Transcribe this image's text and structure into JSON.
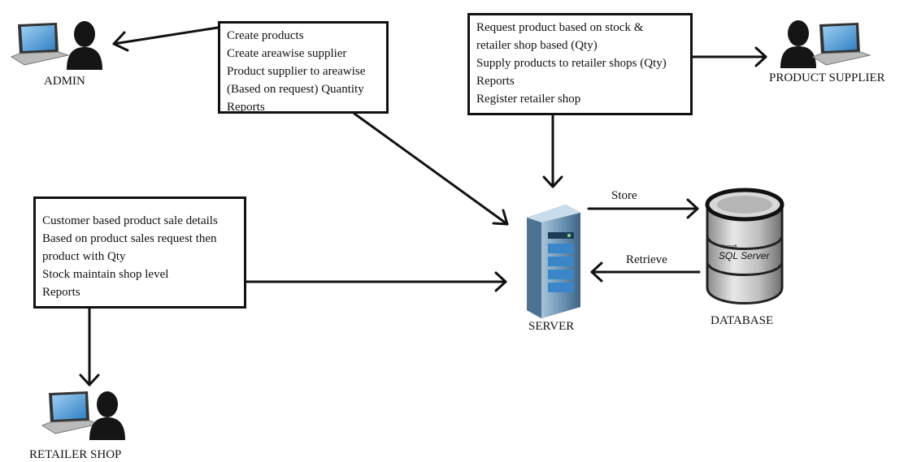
{
  "nodes": {
    "admin": "ADMIN",
    "product_supplier": "PRODUCT SUPPLIER",
    "retailer_shop": "RETAILER SHOP",
    "server": "SERVER",
    "database": "DATABASE"
  },
  "database_logo": {
    "brand_small": "Microsoft",
    "brand": "SQL Server"
  },
  "edges": {
    "store": "Store",
    "retrieve": "Retrieve"
  },
  "boxes": {
    "admin_tasks": [
      "Create products",
      "Create areawise supplier",
      "Product supplier to areawise",
      "(Based on request) Quantity",
      "Reports"
    ],
    "supplier_tasks": [
      "Request product based on stock &",
      "retailer shop based (Qty)",
      "Supply products to retailer shops (Qty)",
      "Reports",
      "Register retailer shop"
    ],
    "retailer_tasks": [
      "Customer based product sale details",
      "Based on product sales request then",
      "product with Qty",
      "Stock maintain shop level",
      "Reports"
    ]
  },
  "icons": {
    "admin": [
      "laptop-icon",
      "person-icon"
    ],
    "product_supplier": [
      "person-icon",
      "laptop-icon"
    ],
    "retailer_shop": [
      "laptop-icon",
      "person-icon"
    ],
    "server": "server-icon",
    "database": "database-icon"
  }
}
